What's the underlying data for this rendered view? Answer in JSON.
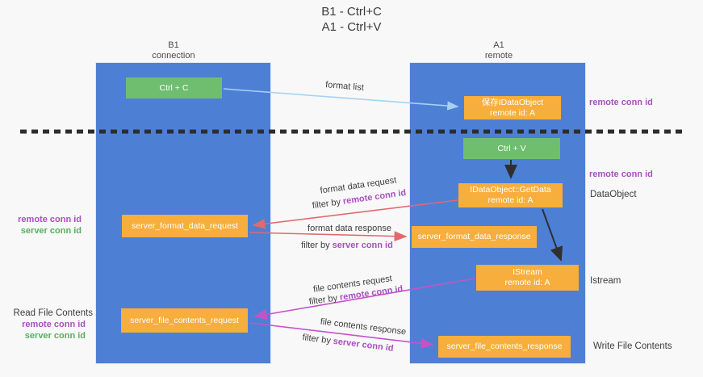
{
  "title": {
    "line1": "B1 - Ctrl+C",
    "line2": "A1 - Ctrl+V"
  },
  "lifelines": {
    "left": {
      "name": "B1",
      "role": "connection"
    },
    "right": {
      "name": "A1",
      "role": "remote"
    }
  },
  "boxes": {
    "ctrl_c": "Ctrl + C",
    "ctrl_v": "Ctrl + V",
    "save_dataobject": {
      "line1": "保存IDataObject",
      "line2": "remote id: A"
    },
    "getdata": {
      "line1": "IDataObject::GetData",
      "line2": "remote id: A"
    },
    "istream": {
      "line1": "IStream",
      "line2": "remote id: A"
    },
    "server_format_data_request": "server_format_data_request",
    "server_format_data_response": "server_format_data_response",
    "server_file_contents_request": "server_file_contents_request",
    "server_file_contents_response": "server_file_contents_response"
  },
  "arrow_labels": {
    "format_list": "format list",
    "format_data_request": "format data request",
    "format_data_response": "format data response",
    "file_contents_request": "file contents request",
    "file_contents_response": "file contents response",
    "filter_by": "filter by",
    "remote_conn_id": "remote conn id",
    "server_conn_id": "server conn id"
  },
  "side_labels": {
    "left_remote_conn_id": "remote conn id",
    "left_server_conn_id": "server conn id",
    "read_file_contents": "Read File Contents",
    "right_remote_conn_id_top": "remote conn id",
    "right_remote_conn_id_mid": "remote conn id",
    "dataobject": "DataObject",
    "istream": "Istream",
    "write_file_contents": "Write File Contents"
  },
  "colors": {
    "lifeline_blue": "#4d80d4",
    "action_green": "#6fbe70",
    "message_orange": "#f8ae3c",
    "arrow_red": "#e06a6e",
    "arrow_magenta": "#c653c6",
    "arrow_light_blue": "#a6d2f2",
    "arrow_black": "#2f2f2f",
    "conn_id_purple": "#a94fbe",
    "conn_id_green": "#58b05e"
  }
}
